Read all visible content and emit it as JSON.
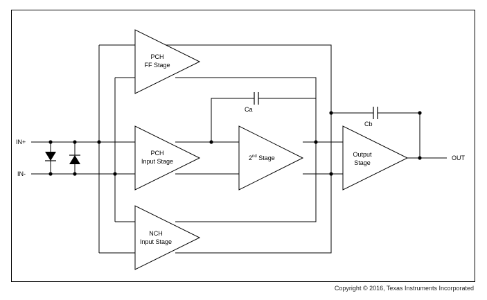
{
  "ports": {
    "in_plus": "IN+",
    "in_minus": "IN-",
    "out": "OUT"
  },
  "blocks": {
    "pch_ff_stage": [
      "PCH",
      "FF Stage"
    ],
    "pch_input_stage": [
      "PCH",
      "Input Stage"
    ],
    "second_stage": {
      "main": "2",
      "superscript": "nd",
      "suffix": " Stage"
    },
    "nch_input_stage": [
      "NCH",
      "Input Stage"
    ],
    "output_stage": [
      "Output",
      "Stage"
    ]
  },
  "capacitors": {
    "ca": "Ca",
    "cb": "Cb"
  },
  "copyright": "Copyright © 2016, Texas Instruments Incorporated",
  "colors": {
    "line": "#000000",
    "border": "#000000"
  }
}
